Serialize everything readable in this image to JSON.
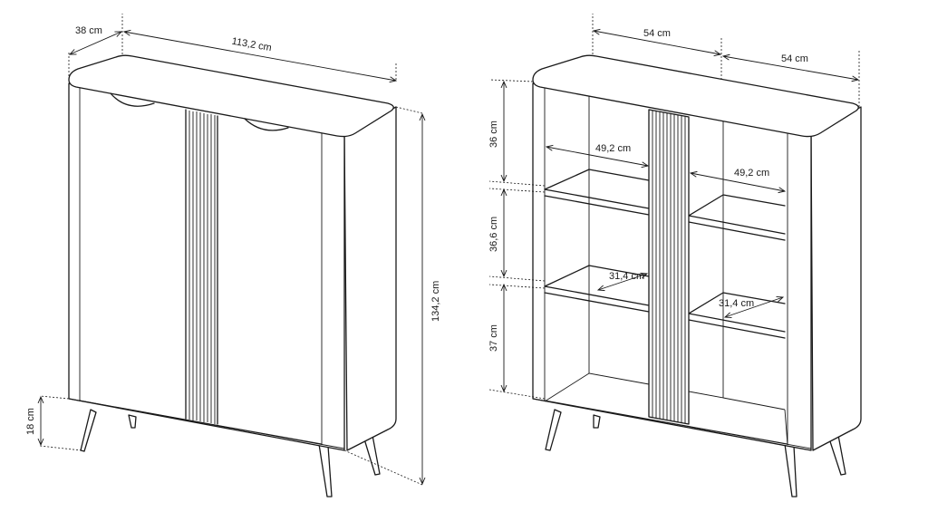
{
  "left_view": {
    "depth_label": "38 cm",
    "width_label": "113,2 cm",
    "height_label": "134,2 cm",
    "leg_height_label": "18 cm"
  },
  "right_view": {
    "left_section_width_label": "54 cm",
    "right_section_width_label": "54 cm",
    "top_shelf_height_label": "36 cm",
    "middle_shelf_height_label": "36,6 cm",
    "bottom_shelf_height_label": "37 cm",
    "left_inner_width_label": "49,2 cm",
    "right_inner_width_label": "49,2 cm",
    "left_shelf_depth_label": "31,4 cm",
    "right_shelf_depth_label": "31,4 cm"
  }
}
